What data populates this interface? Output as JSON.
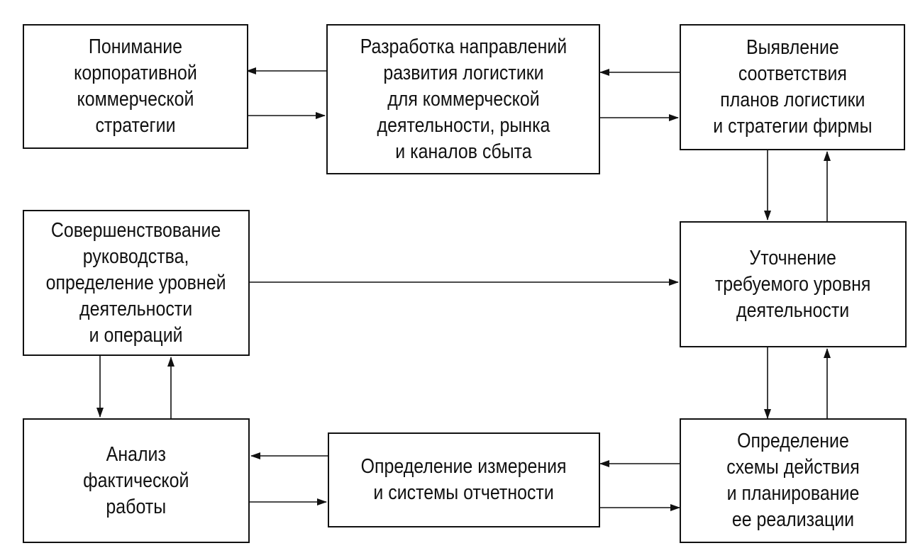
{
  "boxes": {
    "corporate_strategy": "Понимание\nкорпоративной\nкоммерческой\nстратегии",
    "logistics_directions": "Разработка направлений\nразвития логистики\nдля коммерческой\nдеятельности, рынка\nи каналов сбыта",
    "plans_alignment": "Выявление\nсоответствия\nпланов логистики\nи стратегии фирмы",
    "management_improvement": "Совершенствование\nруководства,\nопределение уровней\nдеятельности\nи операций",
    "service_level": "Уточнение\nтребуемого уровня\nдеятельности",
    "performance_analysis": "Анализ\nфактической\nработы",
    "measurement_reporting": "Определение измерения\nи системы отчетности",
    "action_scheme": "Определение\nсхемы действия\nи планирование\nее реализации"
  },
  "colors": {
    "line": "#111111",
    "background": "#ffffff"
  }
}
